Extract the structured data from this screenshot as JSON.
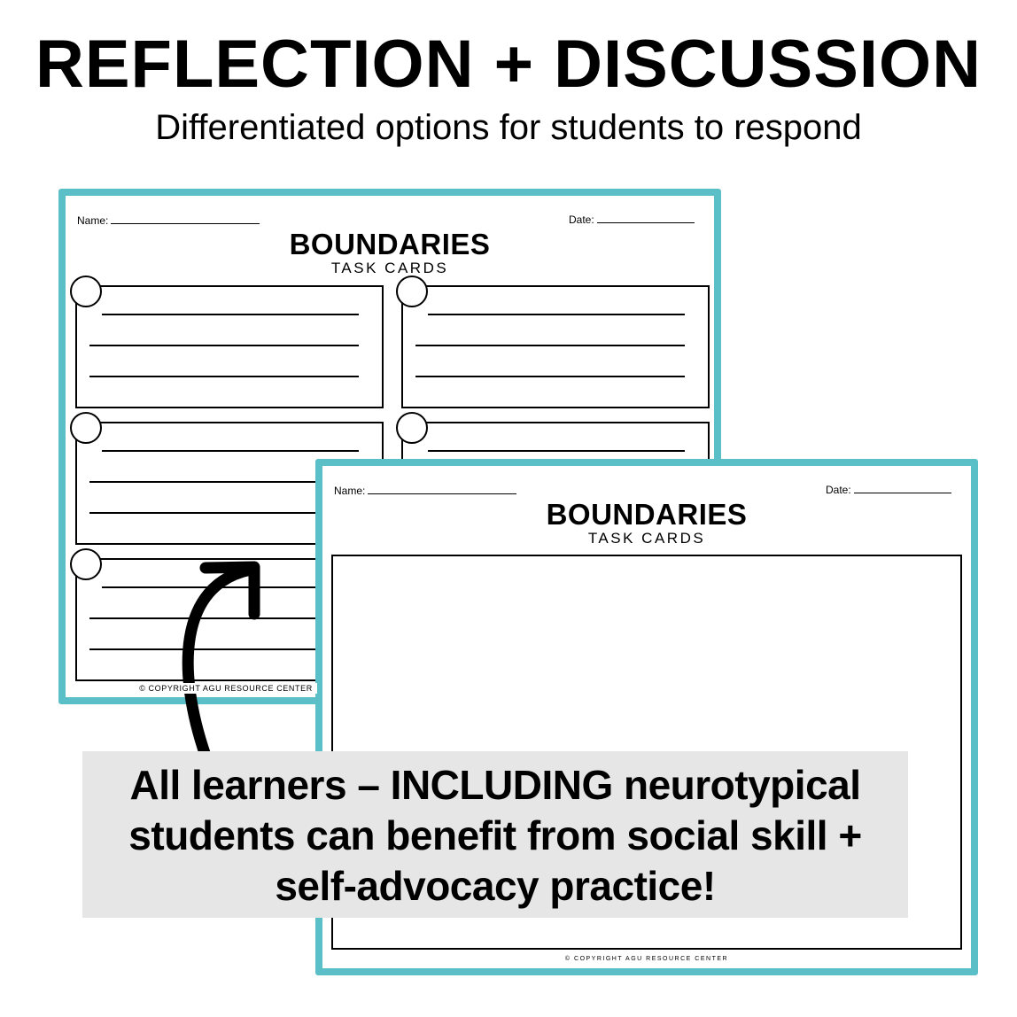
{
  "header": {
    "title": "REFLECTION + DISCUSSION",
    "subtitle": "Differentiated options for students to respond"
  },
  "worksheet_back": {
    "name_label": "Name:",
    "date_label": "Date:",
    "title": "BOUNDARIES",
    "subtitle": "TASK CARDS",
    "copyright": "© Copyright AGU Resource Center",
    "card_count": 6
  },
  "worksheet_front": {
    "name_label": "Name:",
    "date_label": "Date:",
    "title": "BOUNDARIES",
    "subtitle": "TASK CARDS",
    "copyright": "© Copyright AGU Resource Center"
  },
  "callout": {
    "lines": [
      "All learners – INCLUDING neurotypical",
      "students can benefit from social skill +",
      "self-advocacy practice!"
    ]
  },
  "colors": {
    "frame": "#5bbfc8",
    "callout_bg": "#e6e6e6",
    "text": "#000000"
  },
  "icons": {
    "arrow": "curved-arrow-icon"
  }
}
